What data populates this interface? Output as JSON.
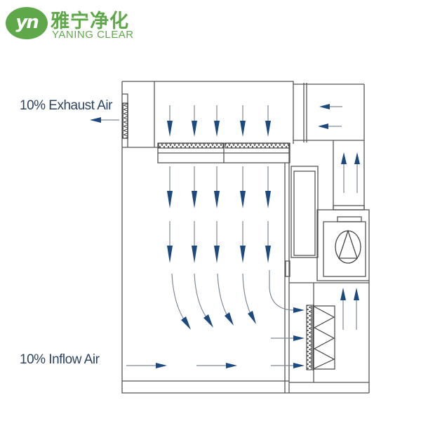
{
  "logo": {
    "badge_text": "yn",
    "chinese_name": "雅宁净化",
    "english_name": "YANING CLEAR",
    "brand_color": "#5fa84a"
  },
  "labels": {
    "exhaust": "10% Exhaust Air",
    "inflow": "10% Inflow Air"
  },
  "diagram": {
    "line_color": "#555555",
    "arrow_color": "#1d4a7e",
    "components": [
      "exhaust-filter",
      "downflow-hepa-filter",
      "work-zone",
      "blower-fan",
      "return-air-duct",
      "prefilter",
      "v-bank-filter",
      "intake-duct"
    ]
  }
}
